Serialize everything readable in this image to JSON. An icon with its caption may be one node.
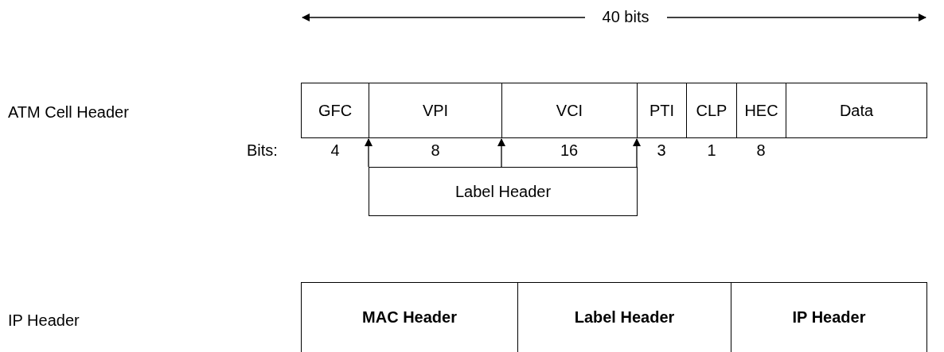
{
  "diagram": {
    "nodes": [
      {
        "text": [
          "GFC"
        ]
      },
      {
        "text": [
          "VPI"
        ]
      },
      {
        "text": [
          "VCI"
        ]
      },
      {
        "text": [
          "PTI"
        ]
      },
      {
        "text": [
          "CLP"
        ]
      },
      {
        "text": [
          "HEC"
        ]
      },
      {
        "text": [
          "Data"
        ]
      },
      {
        "text": [
          "Label Header"
        ]
      },
      {
        "text": [
          "MAC Header"
        ]
      },
      {
        "text": [
          "Label Header"
        ]
      },
      {
        "text": [
          "IP Header"
        ]
      }
    ],
    "edges": [
      {
        "from": 7,
        "to": 1,
        "arrow": "to"
      },
      {
        "from": 7,
        "to": 2,
        "arrow": "to"
      },
      {
        "from": 7,
        "to": 3,
        "arrow": "to"
      }
    ],
    "labels": [
      "40 bits",
      "ATM Cell Header",
      "Bits:",
      "4",
      "8",
      "16",
      "3",
      "1",
      "8",
      "IP Header"
    ]
  }
}
